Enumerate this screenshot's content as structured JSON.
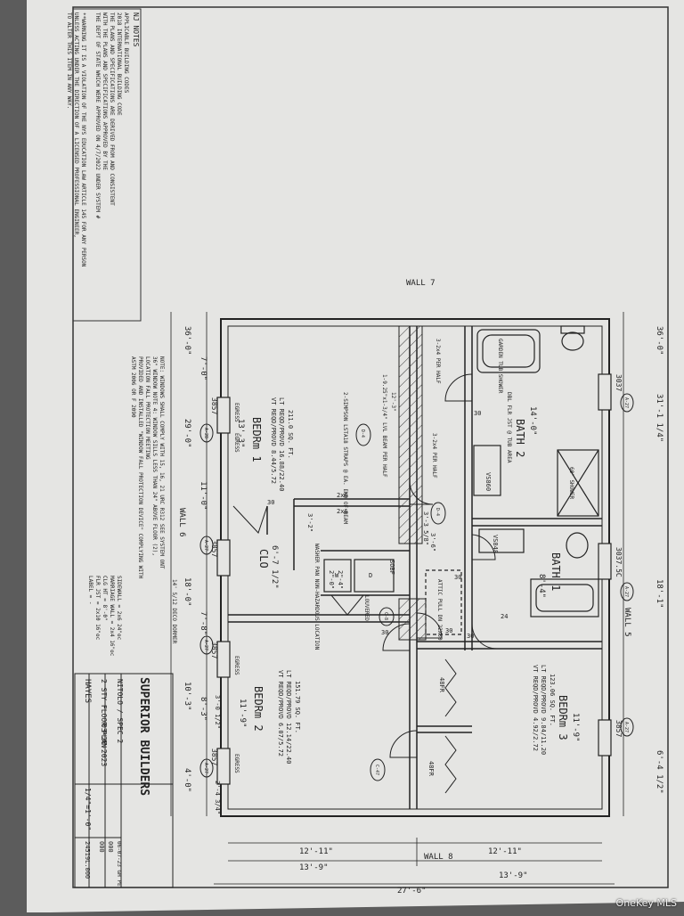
{
  "watermark": "OneKey MLS",
  "notes": {
    "heading": "NJ NOTES",
    "lines": [
      "APPLICABLE BUILDING CODES",
      "2018 INTERNATIONAL BUILDING CODE",
      "THE PLANS AND SPECIFICATIONS ARE DERIVED FROM AND CONSISTENT",
      "WITH THE PLANS AND SPECIFICATIONS APPROVED BY THE",
      "THE DEPT OF STATE WHICH WERE APPROVED ON 4/7/2022 UNDER SYSTEM #",
      "",
      "**WARNING IT IS A VIOLATION OF THE NYS EDUCATION LAW ARTICLE 145 FOR ANY PERSON",
      "UNLESS ACTING UNDER THE DIRECTION OF A LICENSED PROFESSIONAL ENGINEER,",
      "TO ALTER THIS ITEM IN ANY WAY."
    ]
  },
  "walls": {
    "top": "WALL 7",
    "left": "WALL 6",
    "right": "WALL 5",
    "bottom": "WALL 8"
  },
  "rooms": {
    "bath2": "BATH 2",
    "bath1": "BATH 1",
    "bedrm1": "BEDRm 1",
    "bedrm2": "BEDRm 2",
    "bedrm3": "BEDRm 3",
    "clo": "CLO",
    "bedrm1_size": "13'-3\"",
    "bedrm1_sqft": "211.0 SQ. FT.",
    "bedrm1_lt": "LT REQD/PROVD 16.88/22.40",
    "bedrm1_vt": "VT REQD/PROVD 8.44/5.72",
    "bedrm2_size": "11'-9\"",
    "bedrm2_sqft": "151.79 SQ. FT.",
    "bedrm2_lt": "LT REQD/PROVD 12.14/22.40",
    "bedrm2_vt": "VT REQD/PROVD 6.07/5.72",
    "bedrm3_size": "11'-9\"",
    "bedrm3_sqft": "123.06 SQ. FT.",
    "bedrm3_lt": "LT REQD/PROVD 9.84/11.20",
    "bedrm3_vt": "VT REQD/PROVD 4.92/2.72",
    "bath2_size": "14'-0\"",
    "bath1_size": "8'-4\"",
    "clo_size": "6'-7 1/2\"",
    "garden_tub": "GARDEN TUB SHOWER",
    "shower": "60\" SHOWER",
    "dbl_flr": "DBL FLR JST @ TUB AREA",
    "louvered": "LOUVERED",
    "washer": "WASHER PAN NON-HAZARDOUS LOCATION",
    "attic": "ATTIC PULL DN 22X30",
    "deco_dormer": "14' 5/12 DECO DORMER"
  },
  "beam_notes": {
    "beam1": "12'-3\"",
    "beam2": "1-9.25\"x1-3/4\" LVL BEAM PER HALF",
    "beam3": "2-SIMPSON LSTA18 STRAPS @ EA. END OF BEAM",
    "post1": "3-2x4 PER HALF",
    "post2": "3-2x4 PER HALF"
  },
  "windows": [
    "3037",
    "3037.5C",
    "3857",
    "3857",
    "3857",
    "3857",
    "3857"
  ],
  "tags": [
    "A-27",
    "A-27",
    "A-28",
    "A-27",
    "A-27",
    "A-27",
    "A-27",
    "D-4",
    "D-4",
    "C-8",
    "C-47"
  ],
  "dims_top": [
    "36'-0\"",
    "31'-1 1/4\"",
    "18'-1\"",
    "6'-4 1/2\""
  ],
  "dims_left": [
    "36'-0\"",
    "7'-0\"",
    "29'-0\"",
    "11'-0\"",
    "18'-0\"",
    "7'-8\"",
    "10'-3\"",
    "8'-3\"",
    "4'-0\""
  ],
  "dims_misc": [
    "3'-2\"",
    "3'-3 5/8\"",
    "3'-6\"",
    "3'-0 1/2\"",
    "2'-4 3/4\"",
    "2x6",
    "2x6",
    "30",
    "30",
    "30",
    "30",
    "30",
    "30",
    "24",
    "48FR",
    "48FR",
    "VS860",
    "VS848",
    "2\"-4\"",
    "2\"-0\"",
    "W",
    "D",
    "SOBF"
  ],
  "egress": [
    "EGRESS",
    "EGRESS",
    "EGRESS",
    "EGRESS"
  ],
  "window_note": [
    "NOTE: WINDOWS SHALL COMPLY WITH 15, 16, 21 URC R312 SEE SYSTEM ONT",
    "36\" WINDOW NOTE 4: WINDOW SILLS LESS THAN 24\" ABOVE FLOOR (2),",
    "LOCATION FALL PROTECTION MEETING",
    "PROVIDED AND INSTALLED \"WINDOW FALL PROTECTION DEVICE\" COMPLYING WITH",
    "ASTM 2006 OR F 2090"
  ],
  "specs": [
    "SIDEWALL = 2x6 24\"oc",
    "MARRIAGE WALL = 2x4 16\"oc",
    "CLG HT = 8'-0\"",
    "FLR JST = 2x10 16\"oc",
    "LABEL = -"
  ],
  "dims_bottom": [
    "12'-11\"",
    "12'-11\"",
    "13'-9\"",
    "13'-9\"",
    "27'-6\""
  ],
  "title_block": {
    "company": "SUPERIOR BUILDERS",
    "project": "NITOLO / SPEC 2",
    "sheet": "2 STY FLOOR PLAN",
    "client": "HAYES",
    "date": "03-20-2023",
    "rev": "06-07-23 GH PE",
    "scale": "1/4\"=1'-0\"",
    "num1": "000",
    "num2": "000",
    "job": "24519L.000"
  },
  "colors": {
    "paper": "#e4e4e2",
    "ink": "#222222",
    "frame": "#5c5c5c"
  }
}
